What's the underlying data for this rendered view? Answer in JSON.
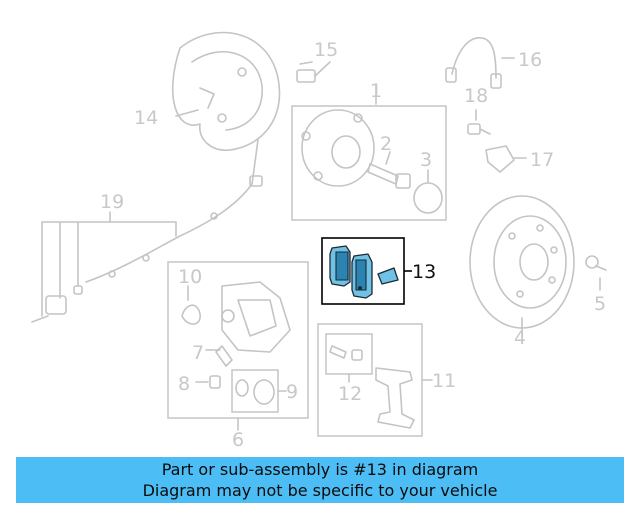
{
  "callouts": {
    "c1": "1",
    "c2": "2",
    "c3": "3",
    "c4": "4",
    "c5": "5",
    "c6": "6",
    "c7": "7",
    "c8": "8",
    "c9": "9",
    "c10": "10",
    "c11": "11",
    "c12": "12",
    "c13": "13",
    "c14": "14",
    "c15": "15",
    "c16": "16",
    "c17": "17",
    "c18": "18",
    "c19": "19"
  },
  "highlight": {
    "part_number": "13",
    "color": "#6fc2e6"
  },
  "banner": {
    "line1": "Part or sub-assembly is #13 in diagram",
    "line2": "Diagram may not be specific to your vehicle",
    "background": "#4dbdf5"
  }
}
